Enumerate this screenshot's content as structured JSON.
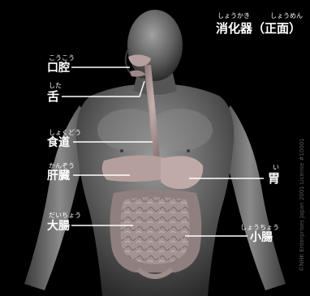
{
  "title": {
    "text": "消化器（正面）",
    "ruby_left": "しょうかき",
    "ruby_right": "しょうめん"
  },
  "labels": [
    {
      "id": "mouth",
      "text": "口腔",
      "ruby": "こうこう"
    },
    {
      "id": "tongue",
      "text": "舌",
      "ruby": "した"
    },
    {
      "id": "esophagus",
      "text": "食道",
      "ruby": "しょくどう"
    },
    {
      "id": "liver",
      "text": "肝臓",
      "ruby": "かんぞう"
    },
    {
      "id": "colon",
      "text": "大腸",
      "ruby": "だいちょう"
    },
    {
      "id": "stomach",
      "text": "胃",
      "ruby": "い"
    },
    {
      "id": "intestine",
      "text": "小腸",
      "ruby": "しょうちょう"
    }
  ],
  "credit": "©NHK Enterprises Japan 2001 License #10001",
  "colors": {
    "background": "#000000",
    "label": "#ffffff",
    "leader_line": "#ffffff",
    "body": "#6e6e6e",
    "organ_pink": "#b09a99",
    "intestine": "#a89a9a"
  }
}
